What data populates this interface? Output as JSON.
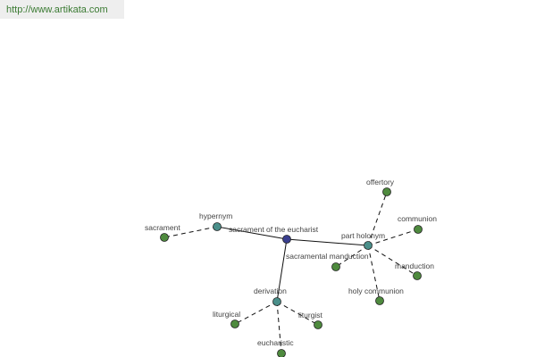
{
  "header": {
    "source_url": "http://www.artikata.com"
  },
  "colors": {
    "center_node": "#3a3f8f",
    "relation_node": "#4a8f8a",
    "leaf_node": "#4e8a3e",
    "node_stroke": "#222222",
    "edge": "#111111",
    "label": "#444444",
    "link_text": "#3a7a32"
  },
  "graph": {
    "center": {
      "id": "center",
      "label": "sacrament of the eucharist"
    },
    "relations": [
      {
        "id": "hypernym",
        "label": "hypernym"
      },
      {
        "id": "part-holonym",
        "label": "part holonym"
      },
      {
        "id": "derivation",
        "label": "derivation"
      }
    ],
    "leaves": [
      {
        "id": "sacrament",
        "label": "sacrament",
        "parent": "hypernym"
      },
      {
        "id": "offertory",
        "label": "offertory",
        "parent": "part-holonym"
      },
      {
        "id": "communion",
        "label": "communion",
        "parent": "part-holonym"
      },
      {
        "id": "manduction",
        "label": "manduction",
        "parent": "part-holonym"
      },
      {
        "id": "sacramental-manduction",
        "label": "sacramental manduction",
        "parent": "part-holonym"
      },
      {
        "id": "holy-communion",
        "label": "holy communion",
        "parent": "part-holonym"
      },
      {
        "id": "liturgical",
        "label": "liturgical",
        "parent": "derivation"
      },
      {
        "id": "liturgist",
        "label": "liturgist",
        "parent": "derivation"
      },
      {
        "id": "eucharistic",
        "label": "eucharistic",
        "parent": "derivation"
      }
    ]
  }
}
